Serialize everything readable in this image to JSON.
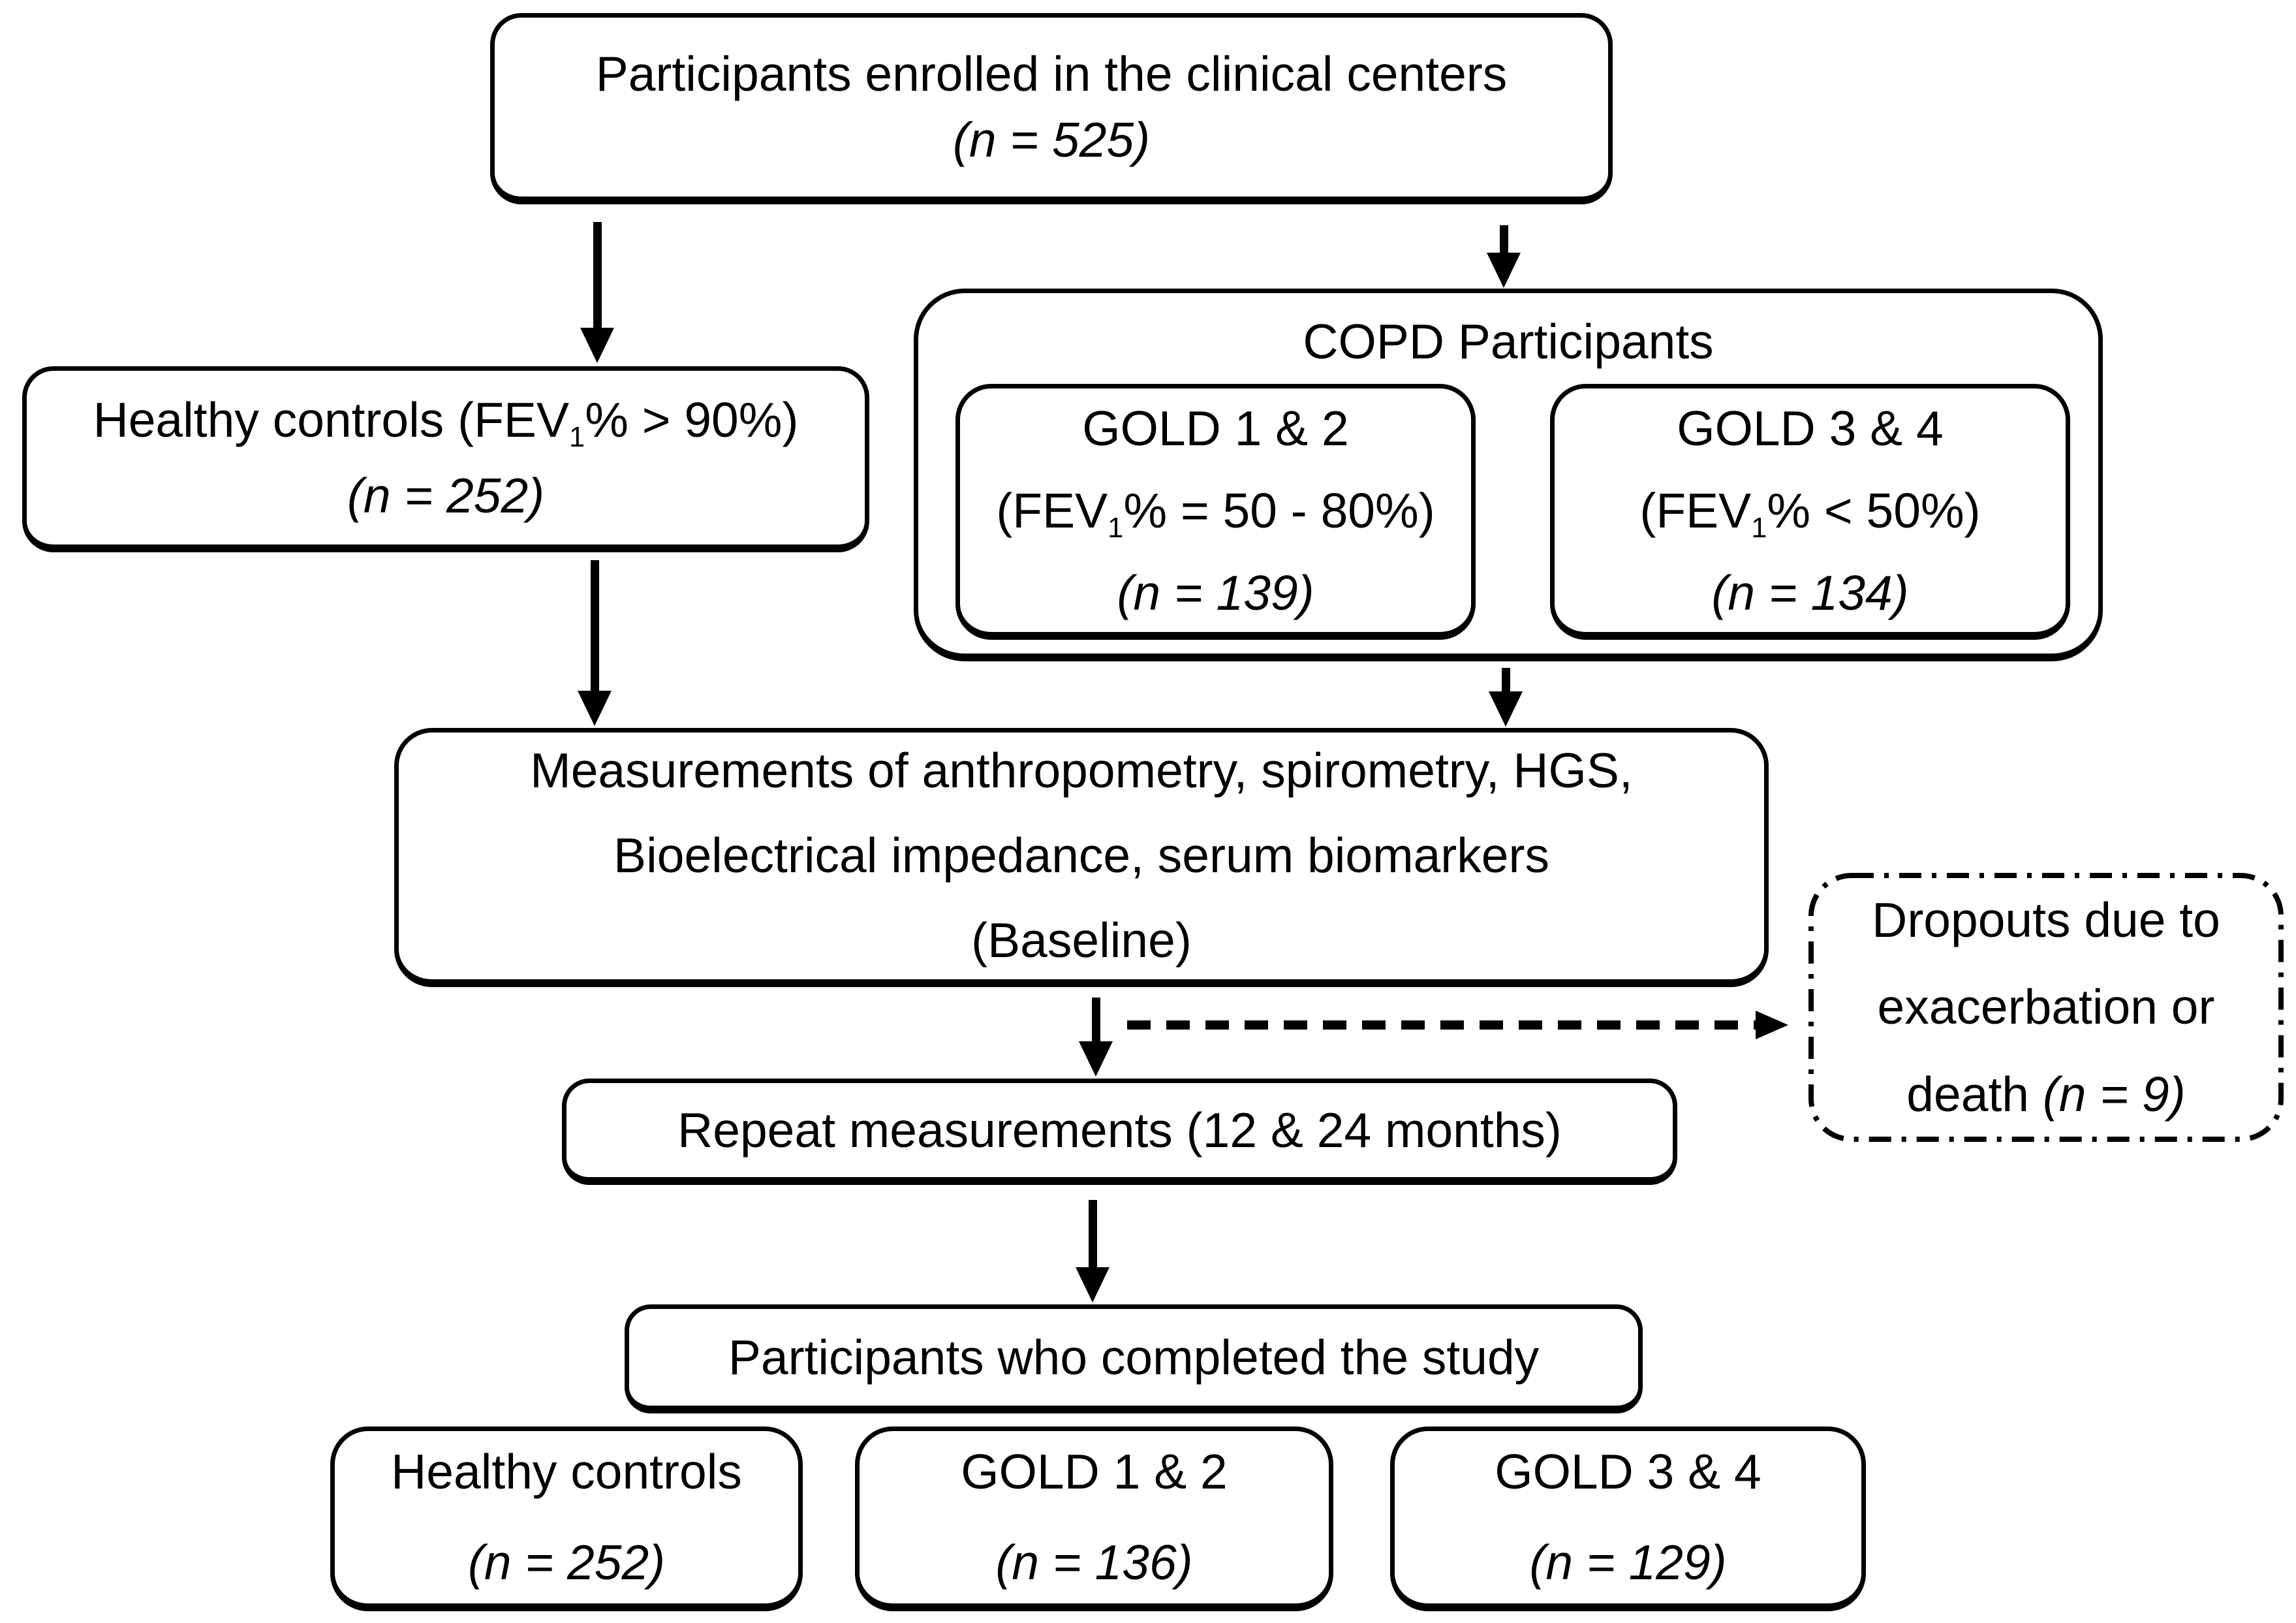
{
  "colors": {
    "background": "#ffffff",
    "line": "#000000",
    "text": "#000000"
  },
  "boxes": {
    "enrolled": {
      "label": "Participants enrolled in the clinical centers",
      "count": "(n = 525)"
    },
    "healthy": {
      "label_pre": "Healthy controls (FEV",
      "label_sub": "1",
      "label_post": "% > 90%)",
      "count": "(n = 252)"
    },
    "copd": {
      "title": "COPD Participants"
    },
    "gold12": {
      "label": "GOLD 1 & 2",
      "criteria_pre": "(FEV",
      "criteria_sub": "1",
      "criteria_post": "% = 50 - 80%)",
      "count": "(n = 139)"
    },
    "gold34": {
      "label": "GOLD 3 & 4",
      "criteria_pre": "(FEV",
      "criteria_sub": "1",
      "criteria_post": "% < 50%)",
      "count": "(n = 134)"
    },
    "measurements": {
      "line1": "Measurements of anthropometry, spirometry, HGS,",
      "line2": "Bioelectrical impedance, serum biomarkers",
      "line3": "(Baseline)"
    },
    "dropouts": {
      "line1": "Dropouts due to",
      "line2": "exacerbation or",
      "line3_pre": "death ",
      "line3_count": "(n = 9)"
    },
    "repeat": {
      "label": "Repeat measurements (12 & 24 months)"
    },
    "completed": {
      "label": "Participants who completed the study"
    },
    "final_healthy": {
      "label": "Healthy controls",
      "count": "(n = 252)"
    },
    "final_gold12": {
      "label": "GOLD 1 & 2",
      "count": "(n = 136)"
    },
    "final_gold34": {
      "label": "GOLD 3 & 4",
      "count": "(n = 129)"
    }
  }
}
